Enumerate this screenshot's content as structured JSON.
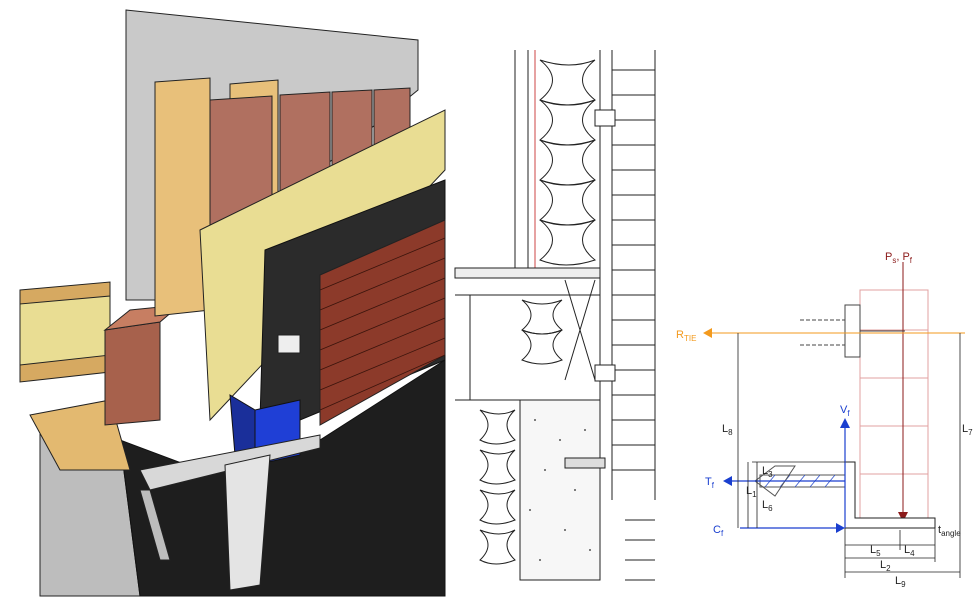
{
  "colors": {
    "force": "#1a3fcf",
    "load": "#8b1a1a",
    "tie": "#f39a1e",
    "dim": "#222222",
    "timber": "#e8c07a",
    "insulation": "#e6d88a",
    "brick": "#8c3a2a",
    "angle": "#c8c8c8",
    "membrane": "#2a2a2a",
    "bracket": "#1f3fd6"
  },
  "diagram": {
    "load_label": {
      "main": "P",
      "sub1": "s",
      "sep": ", P",
      "sub2": "f"
    },
    "tie_label": {
      "main": "R",
      "sub": "TIE"
    },
    "vf_label": {
      "main": "V",
      "sub": "f"
    },
    "tf_label": {
      "main": "T",
      "sub": "f"
    },
    "cf_label": {
      "main": "C",
      "sub": "f"
    },
    "t_angle_label": {
      "main": "t",
      "sub": "angle"
    },
    "dims": {
      "L1": {
        "main": "L",
        "sub": "1"
      },
      "L2": {
        "main": "L",
        "sub": "2"
      },
      "L3": {
        "main": "L",
        "sub": "3"
      },
      "L4": {
        "main": "L",
        "sub": "4"
      },
      "L5": {
        "main": "L",
        "sub": "5"
      },
      "L6": {
        "main": "L",
        "sub": "6"
      },
      "L7": {
        "main": "L",
        "sub": "7"
      },
      "L8": {
        "main": "L",
        "sub": "8"
      },
      "L9": {
        "main": "L",
        "sub": "9"
      }
    }
  }
}
